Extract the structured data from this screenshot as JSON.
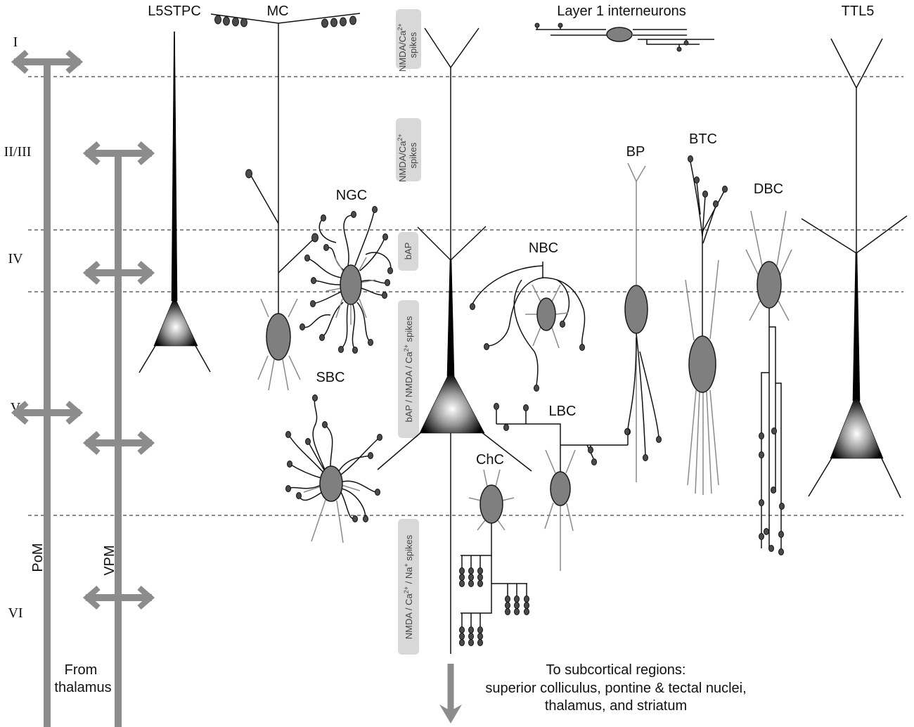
{
  "layers": [
    "I",
    "II/III",
    "IV",
    "V",
    "VI"
  ],
  "cells": {
    "l5stpc": "L5STPC",
    "mc": "MC",
    "layer1": "Layer 1 interneurons",
    "ttl5": "TTL5",
    "ngc": "NGC",
    "nbc": "NBC",
    "bp": "BP",
    "btc": "BTC",
    "dbc": "DBC",
    "sbc": "SBC",
    "lbc": "LBC",
    "chc": "ChC"
  },
  "thalamus": {
    "pom": "PoM",
    "vpm": "VPM",
    "from_line1": "From",
    "from_line2": "thalamus"
  },
  "spikes": {
    "l1": {
      "pre": "NMDA/Ca",
      "sup": "2+",
      "line2": "spikes"
    },
    "l23": {
      "pre": "NMDA/Ca",
      "sup": "2+",
      "line2": "spikes"
    },
    "l4": {
      "text": "bAP"
    },
    "l5": {
      "pre": "bAP / NMDA / Ca",
      "sup": "2+",
      "post": " spikes"
    },
    "l6": {
      "pre": "NMDA / Ca",
      "sup1": "2+",
      "mid": " / Na",
      "sup2": "+",
      "post": " spikes"
    }
  },
  "output": {
    "line1": "To subcortical regions:",
    "line2": "superior colliculus, pontine & tectal nuclei,",
    "line3": "thalamus, and striatum"
  },
  "colors": {
    "thalamic_axon": "#8c8c8c",
    "soma_fill": "#7f7f7f",
    "spike_box": "#d8d8d8",
    "dendrite": "#8a8a8a"
  }
}
